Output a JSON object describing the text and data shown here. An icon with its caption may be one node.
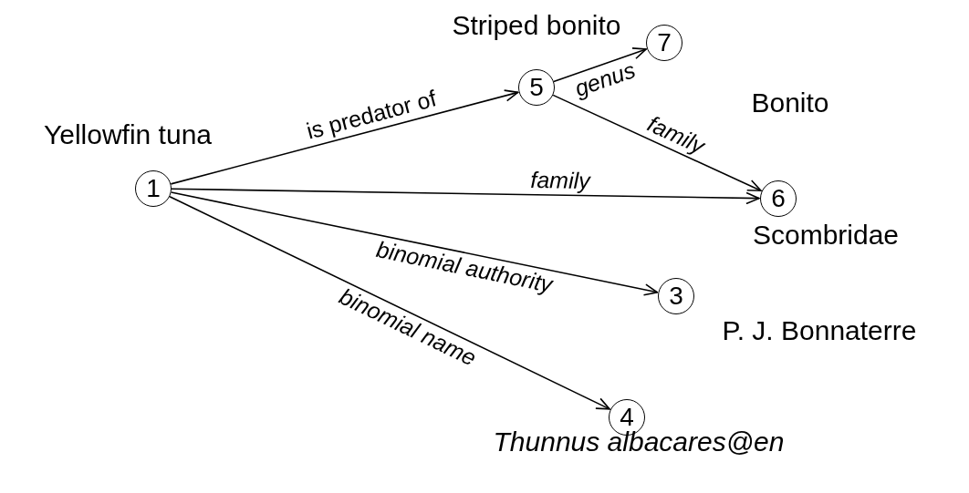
{
  "diagram": {
    "nodes": [
      {
        "text": [
          "1"
        ],
        "beside": [
          "Yellowfin tuna"
        ]
      },
      {
        "text": [
          "5"
        ],
        "beside": [
          "Striped bonito"
        ]
      },
      {
        "text": [
          "7"
        ],
        "beside": [
          "Bonito"
        ]
      },
      {
        "text": [
          "6"
        ],
        "beside": [
          "Scombridae"
        ]
      },
      {
        "text": [
          "3"
        ],
        "beside": [
          "P. J. Bonnaterre"
        ]
      },
      {
        "text": [
          "4"
        ],
        "beside": [
          "Thunnus albacares@en"
        ]
      }
    ],
    "edges": [
      {
        "from": 0,
        "to": 1,
        "arrow": "to",
        "label": "is predator of"
      },
      {
        "from": 1,
        "to": 2,
        "arrow": "to",
        "label": "genus"
      },
      {
        "from": 1,
        "to": 3,
        "arrow": "to",
        "label": "family"
      },
      {
        "from": 0,
        "to": 3,
        "arrow": "to",
        "label": "family"
      },
      {
        "from": 0,
        "to": 4,
        "arrow": "to",
        "label": "binomial authority"
      },
      {
        "from": 0,
        "to": 5,
        "arrow": "to",
        "label": "binomial name"
      }
    ]
  }
}
